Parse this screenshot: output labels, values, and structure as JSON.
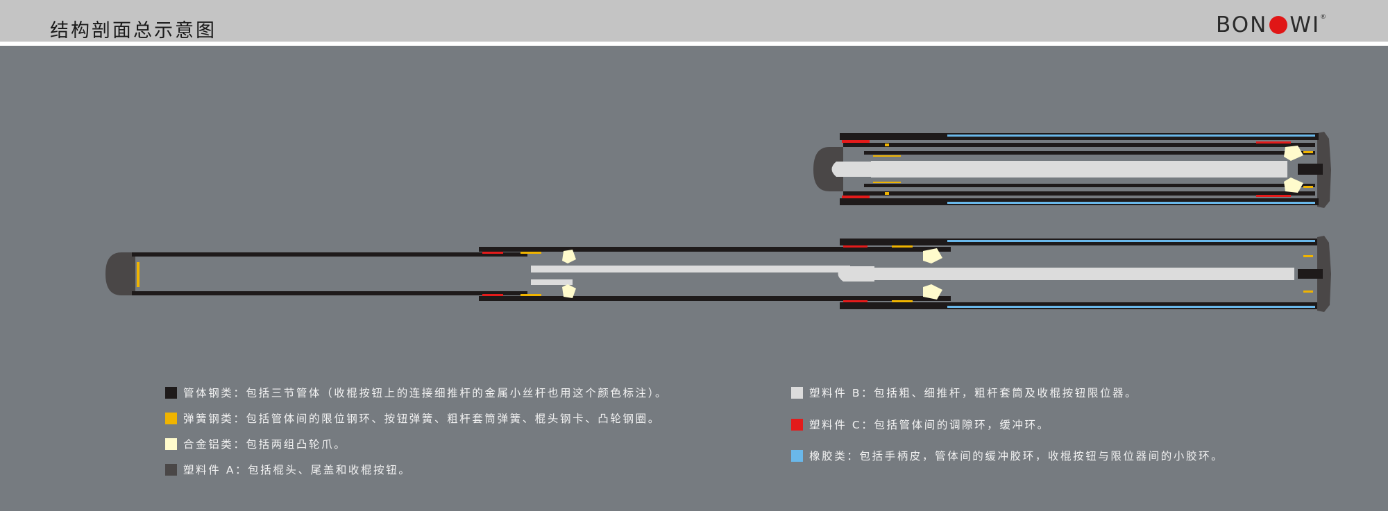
{
  "header": {
    "title": "结构剖面总示意图",
    "brand": {
      "before": "BON",
      "after": "WI",
      "mark": "®",
      "dot_color": "#e01616"
    }
  },
  "colors": {
    "background": "#767b80",
    "header": "#c4c4c4",
    "steel": "#1e1a1a",
    "spring_steel": "#f0b400",
    "aluminum": "#fffbcc",
    "plastic_a": "#4a4747",
    "plastic_b": "#dcdcdc",
    "plastic_c": "#e41b1b",
    "rubber": "#6ab8ea"
  },
  "legend": {
    "left": [
      {
        "color": "#1e1a1a",
        "text": "管体钢类：包括三节管体（收棍按钮上的连接细推杆的金属小丝杆也用这个颜色标注）。"
      },
      {
        "color": "#f0b400",
        "text": "弹簧钢类：包括管体间的限位钢环、按钮弹簧、粗杆套筒弹簧、棍头钢卡、凸轮钢圈。"
      },
      {
        "color": "#fffbcc",
        "text": "合金铝类：包括两组凸轮爪。"
      },
      {
        "color": "#4a4747",
        "text": "塑料件 A：包括棍头、尾盖和收棍按钮。"
      }
    ],
    "right": [
      {
        "color": "#dcdcdc",
        "text": "塑料件 B：包括粗、细推杆，粗杆套筒及收棍按钮限位器。"
      },
      {
        "color": "#e41b1b",
        "text": "塑料件 C：包括管体间的调隙环，缓冲环。"
      },
      {
        "color": "#6ab8ea",
        "text": "橡胶类：包括手柄皮，管体间的缓冲胶环，收棍按钮与限位器间的小胶环。"
      }
    ]
  }
}
